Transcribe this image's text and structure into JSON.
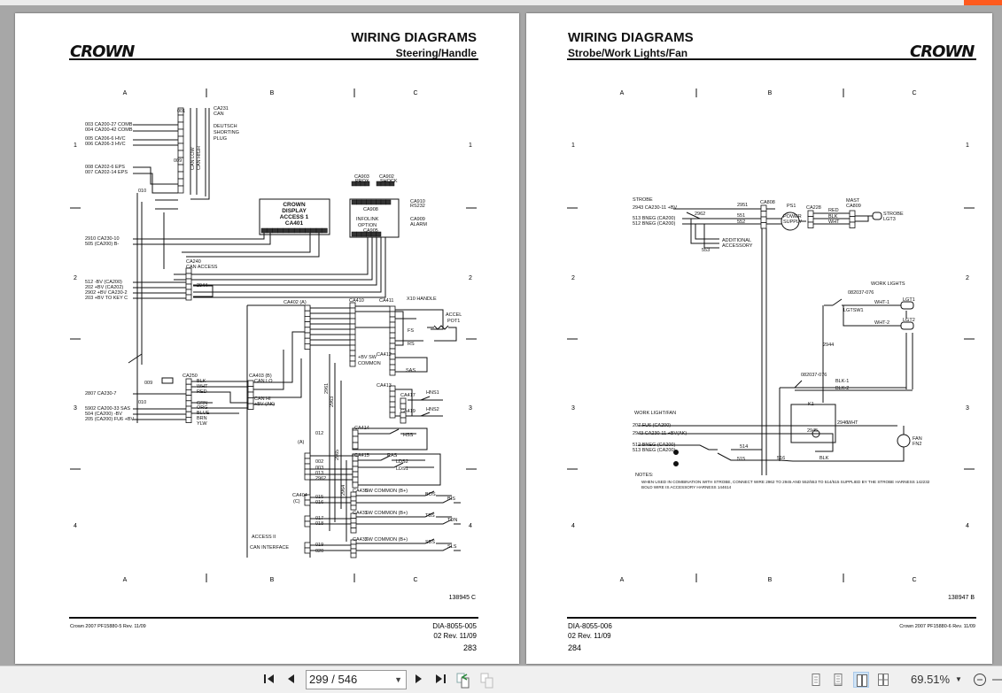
{
  "viewer": {
    "accent_color": "#ff5a1e",
    "page_field": "299 / 546",
    "zoom": "69.51%",
    "buttons": {
      "first": "first-page-icon",
      "prev": "prev-page-icon",
      "next": "next-page-icon",
      "last": "last-page-icon"
    }
  },
  "left_page": {
    "title": "WIRING DIAGRAMS",
    "subtitle": "Steering/Handle",
    "logo": "CROWN",
    "columns": [
      "A",
      "B",
      "C"
    ],
    "rows": [
      "1",
      "2",
      "3",
      "4"
    ],
    "diagram_number": "138945 C",
    "footer_left": "Crown 2007 PF15880-5 Rev. 11/09",
    "doc_id": "DIA-8055-005",
    "revision": "02 Rev. 11/09",
    "page_number": "283",
    "labels": [
      "001",
      "CA231",
      "CAN",
      "DEUTSCH",
      "SHORTING",
      "PLUG",
      "CAN HIGH",
      "CAN LOW",
      "003 CA200-27 COMB",
      "004 CA200-42 COMB",
      "005 CA206-6 HVC",
      "006 CA206-3 HVC",
      "008 CA202-6 EPS",
      "007 CA202-14 EPS",
      "009",
      "010",
      "2910 CA230-10",
      "505 (CA200) B-",
      "CROWN",
      "DISPLAY",
      "ACCESS 1",
      "CA401",
      "CA903",
      "PROX",
      "CA902",
      "SHOCK",
      "CA908",
      "INFOLINK",
      "OPTION",
      "CA905",
      "CA910",
      "RS232",
      "CA909",
      "ALARM",
      "CA240",
      "CAN ACCESS",
      "512 -BV (CA200)",
      "202 +BV (CA202)",
      "2902 +BV CA230-2",
      "203 +BV TO KEY C",
      "2944",
      "CA402 (A)",
      "CA410",
      "CA411",
      "X10 HANDLE",
      "ACCEL",
      "POT1",
      "FS",
      "RS",
      "CA412",
      "+BV SW",
      "COMMON",
      "SAS",
      "CA413",
      "CA417",
      "HNS1",
      "CA419",
      "HNS2",
      "CA250",
      "BLK",
      "WHT",
      "RED",
      "GRN",
      "ORG",
      "BLUE",
      "BRN",
      "YLW",
      "009",
      "2807 CA230-7",
      "010",
      "5902 CA200-33 SAS",
      "504 (CA200) -BV",
      "205 (CA200) FU6 +BV",
      "CA403 (B)",
      "CAN LO",
      "CAN HI",
      "+BV (AK)",
      "CA414",
      "012",
      "(A)",
      "HSS",
      "CA415",
      "RAS",
      "LDS2",
      "LDS1",
      "002",
      "003",
      "013",
      "2962",
      "CA404",
      "(C)",
      "015",
      "016",
      "017",
      "018",
      "019",
      "020",
      "CA430",
      "SW COMMON (B+)",
      "BOS",
      "BIS",
      "CA431",
      "SW COMMON (B+)",
      "TBS",
      "TDN",
      "CA432",
      "SW COMMON (B+)",
      "SBS",
      "SLS",
      "ACCESS II",
      "CAN INTERFACE",
      "2961",
      "2963",
      "2965",
      "2964"
    ]
  },
  "right_page": {
    "title": "WIRING DIAGRAMS",
    "subtitle": "Strobe/Work Lights/Fan",
    "logo": "CROWN",
    "columns": [
      "A",
      "B",
      "C"
    ],
    "rows": [
      "1",
      "2",
      "3",
      "4"
    ],
    "diagram_number": "138947 B",
    "footer_right": "Crown 2007 PF15880-6 Rev. 11/09",
    "doc_id": "DIA-8055-006",
    "revision": "02 Rev. 11/09",
    "page_number": "284",
    "labels": [
      "STROBE",
      "2943 CA230-11 +BV",
      "513 BNEG (CA200)",
      "512 BNEG (CA200)",
      "2962",
      "2951",
      "551",
      "552",
      "553",
      "CA808",
      "PS1",
      "POWER",
      "SUPPLY",
      "CA228",
      "RED",
      "BLK",
      "WHT",
      "MAST",
      "CA809",
      "STROBE",
      "LGT3",
      "ADDITIONAL",
      "ACCESSORY",
      "WORK LIGHTS",
      "082037-076",
      "LGTSW1",
      "WHT-1",
      "WHT-2",
      "LGT1",
      "LGT2",
      "2944",
      "082037-076",
      "BLK-1",
      "BLK-2",
      "WORK LIGHT/FAN",
      "207 FU6 (CA200)",
      "2943 CA230-11 +BV(AK)",
      "512 BNEG (CA200)",
      "513 BNEG (CA200)",
      "K1",
      "2946",
      "2945",
      "WHT",
      "FAN",
      "FN2",
      "514",
      "515",
      "516",
      "BLK",
      "NOTES:",
      "WHEN USED IN COMBINATION WITH STROBE, CONNECT WIRE 2962 TO 2945 AND 552/553 TO 514/515 SUPPLIED BY THE STROBE HARNESS 142232",
      "BOLD WIRE IS ACCESSORY HARNESS 144614"
    ]
  }
}
